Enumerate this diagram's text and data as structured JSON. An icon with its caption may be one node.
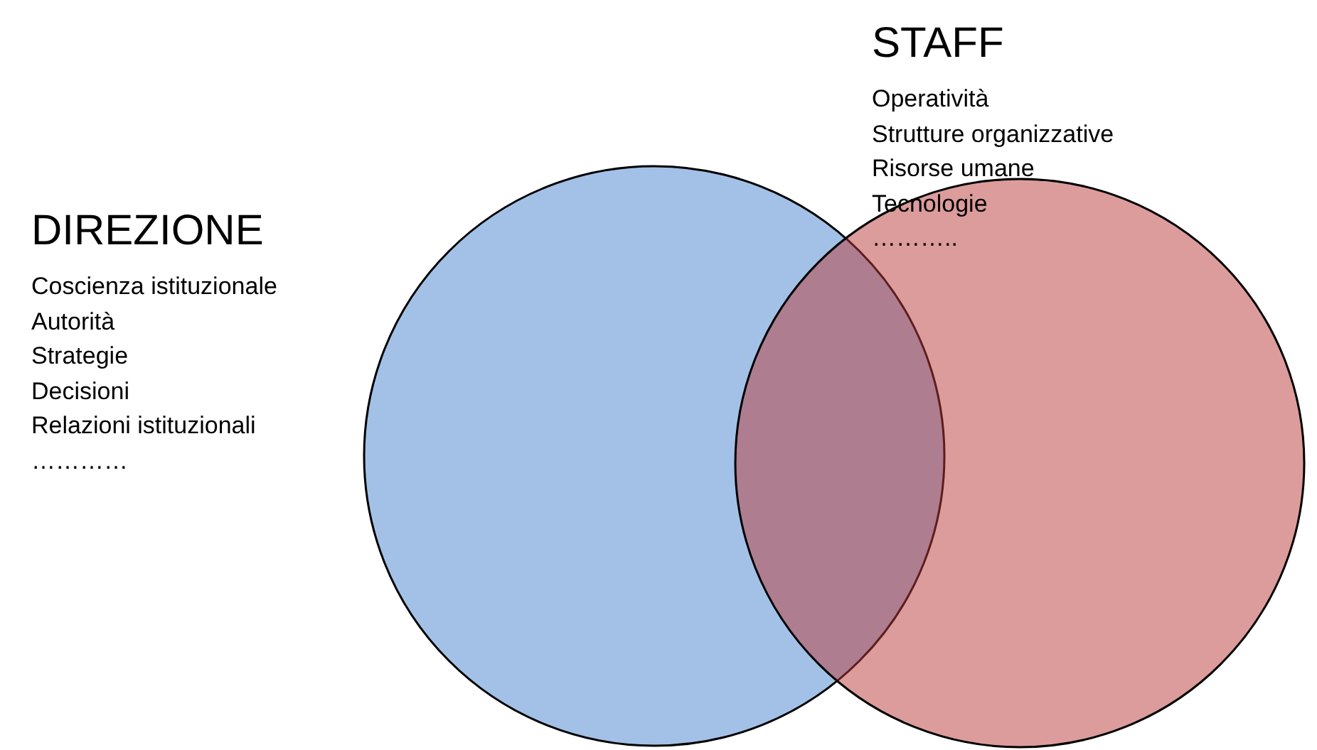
{
  "diagram": {
    "nodes": [
      {
        "text": [
          "DIREZIONE"
        ],
        "beside": [
          "Coscienza istituzionale",
          "Autorità",
          "Strategie",
          "Decisioni",
          "Relazioni istituzionali",
          "…………"
        ]
      },
      {
        "text": [
          "STAFF",
          "Operatività",
          "Strutture organizzative",
          "Risorse umane",
          "Tecnologie",
          "……….."
        ]
      }
    ],
    "edges": []
  }
}
